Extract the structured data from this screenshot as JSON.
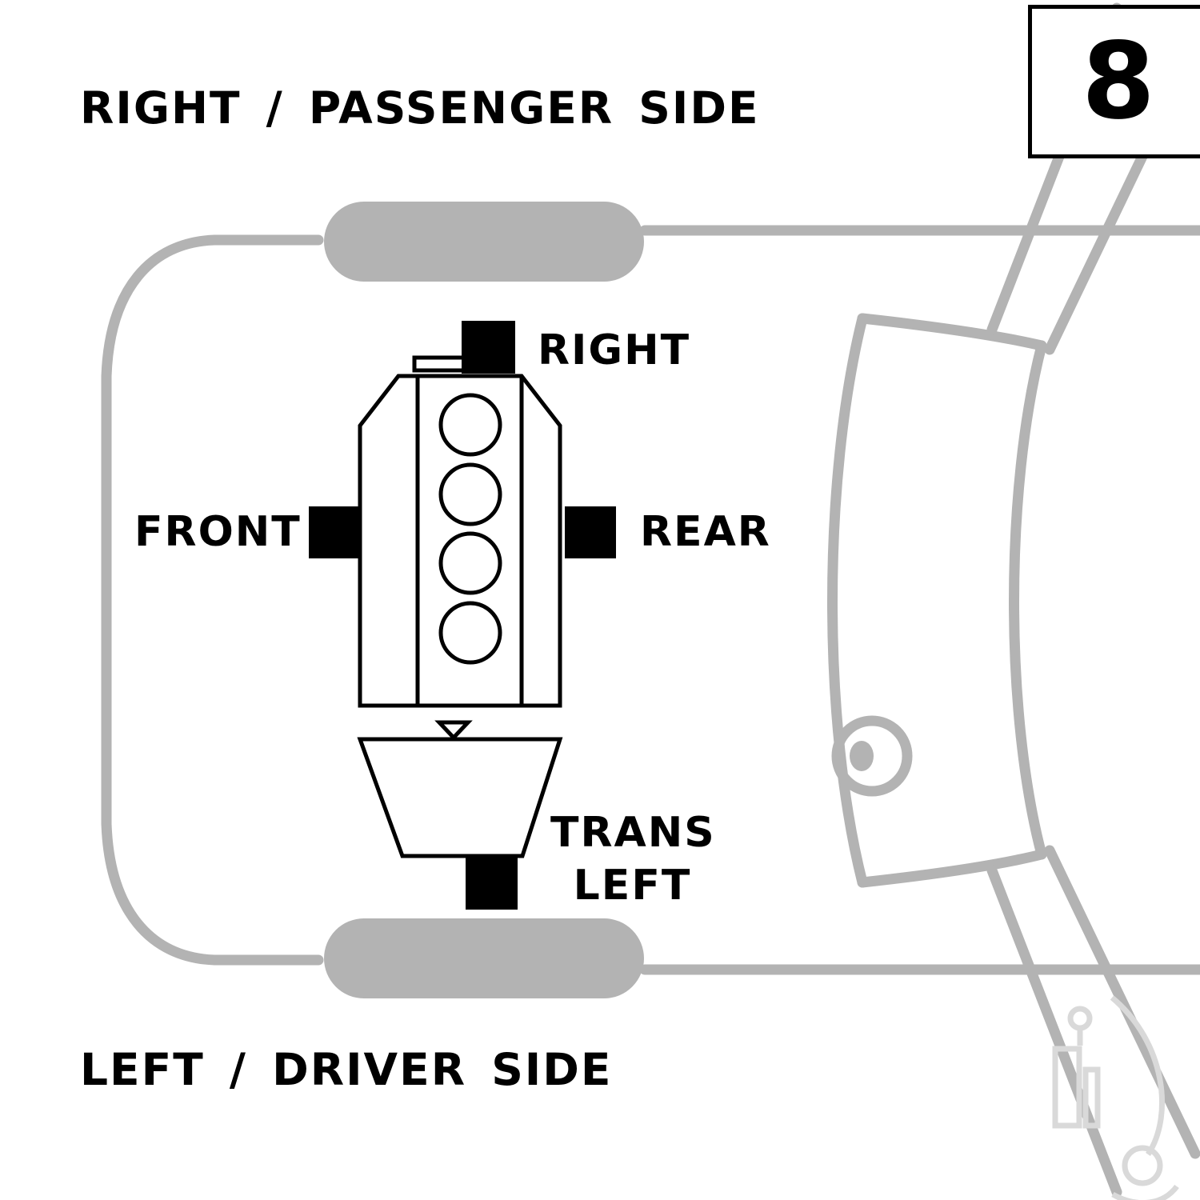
{
  "page": {
    "title_top": "RIGHT / PASSENGER SIDE",
    "title_bottom": "LEFT / DRIVER SIDE",
    "figure_number": "8"
  },
  "labels": {
    "right_mount": "RIGHT",
    "front_mount": "FRONT",
    "rear_mount": "REAR",
    "trans_line1": "TRANS",
    "trans_line2": "LEFT"
  },
  "colors": {
    "background": "#ffffff",
    "ink": "#000000",
    "car_outline": "#b3b3b3",
    "watermark": "#d9d9d9"
  }
}
